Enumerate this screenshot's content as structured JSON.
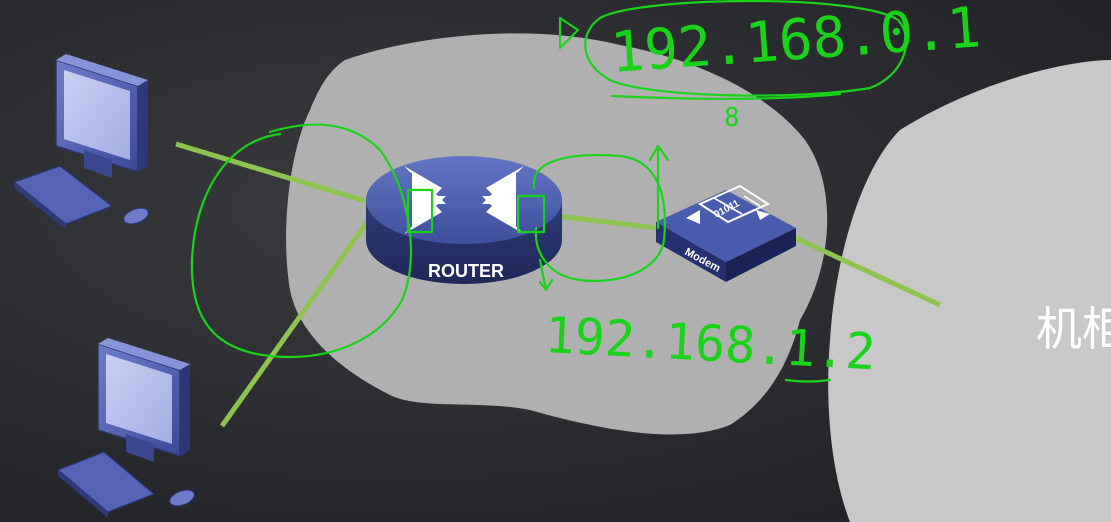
{
  "devices": {
    "router_label": "ROUTER",
    "modem_label": "Modem",
    "modem_screen_text": "01011"
  },
  "cloud": {
    "right_label": "机柜"
  },
  "annotations": {
    "gateway_ip": "192.168.0.1",
    "modem_side_ip": "192.168.1.2",
    "note_mark": "8"
  },
  "colors": {
    "background": "#2a2b2e",
    "cloud": "#b0b0b0",
    "link": "#8fc350",
    "router_top": "#4f62b3",
    "ink": "#19d219"
  }
}
